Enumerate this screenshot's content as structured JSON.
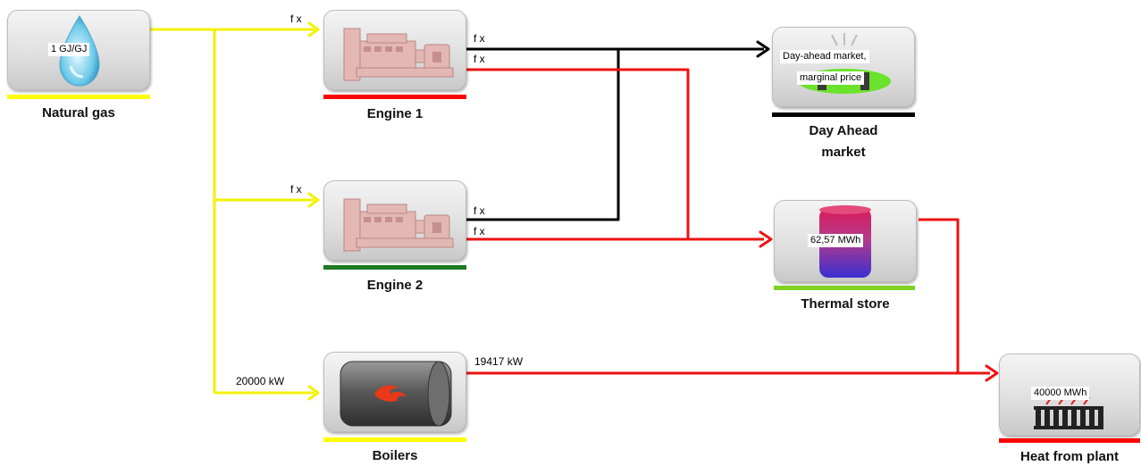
{
  "nodes": {
    "natural_gas": {
      "label": "Natural gas",
      "value": "1 GJ/GJ",
      "bar_color": "#ffff00"
    },
    "engine1": {
      "label": "Engine 1",
      "bar_color": "#ff0000"
    },
    "engine2": {
      "label": "Engine 2",
      "bar_color": "#1f7a1f"
    },
    "boilers": {
      "label": "Boilers",
      "bar_color": "#ffff00"
    },
    "day_ahead": {
      "label_line1": "Day Ahead",
      "label_line2": "market",
      "value_line1": "Day-ahead market,",
      "value_line2": "marginal price",
      "bar_color": "#000000"
    },
    "thermal_store": {
      "label": "Thermal store",
      "value": "62,57 MWh",
      "bar_color": "#7fd320"
    },
    "heat_plant": {
      "label": "Heat from plant",
      "value": "40000 MWh",
      "bar_color": "#ff0000"
    }
  },
  "flow_labels": {
    "gas_to_engine1": "f x",
    "gas_to_engine2": "f x",
    "gas_to_boilers": "20000 kW",
    "engine1_power": "f x",
    "engine1_heat": "f x",
    "engine2_power": "f x",
    "engine2_heat": "f x",
    "boilers_heat": "19417 kW"
  },
  "colors": {
    "gas": "#ffff00",
    "power": "#000000",
    "heat": "#ff0000"
  }
}
